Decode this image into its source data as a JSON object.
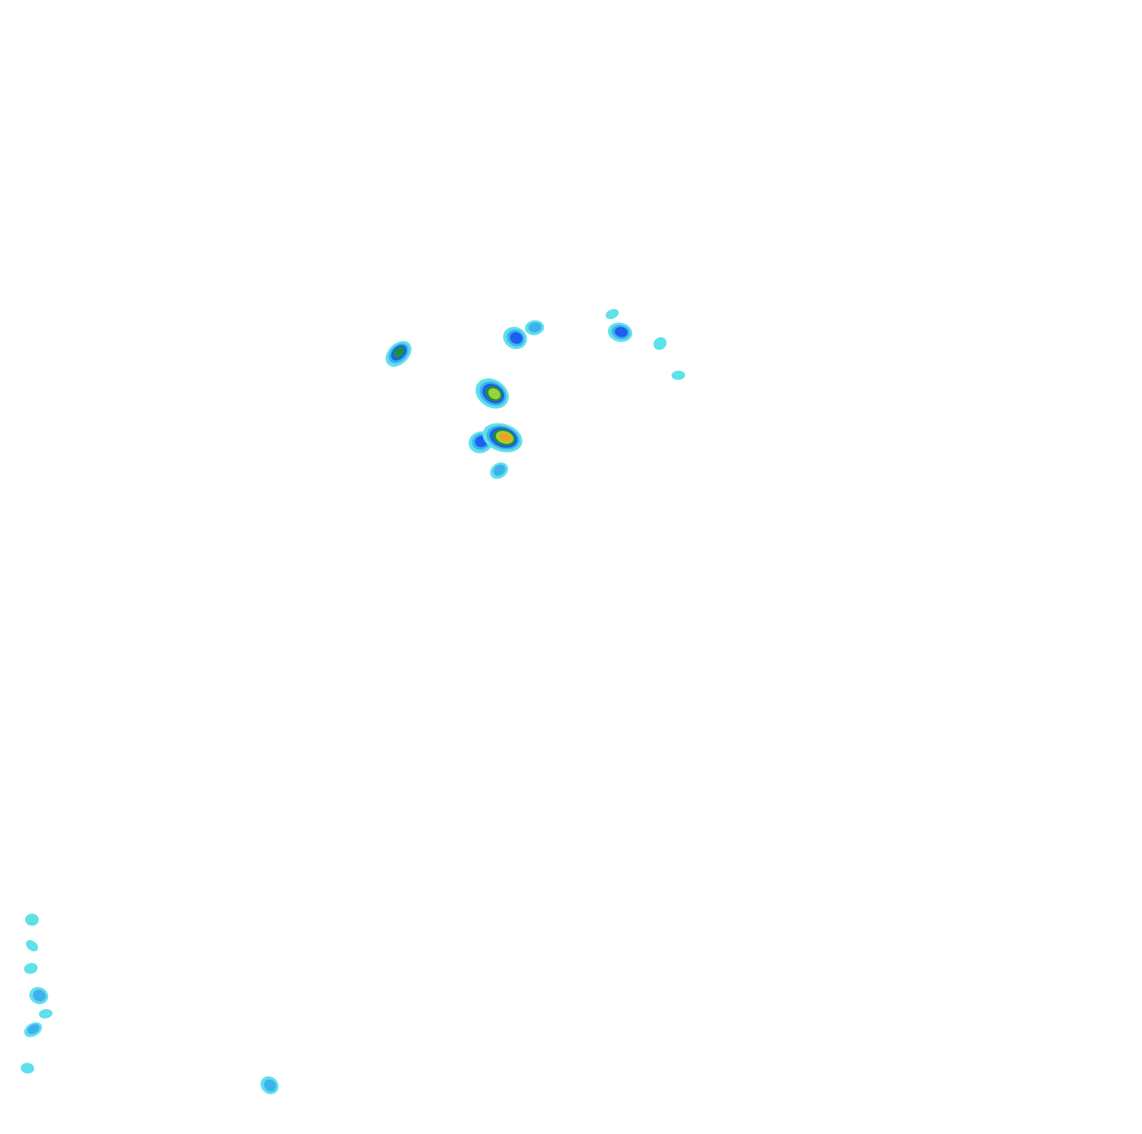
{
  "chart_data": {
    "type": "heatmap",
    "subtype": "filled-contour",
    "title": "",
    "xlabel": "",
    "ylabel": "",
    "axes_visible": false,
    "grid": false,
    "legend": "none",
    "colormap": [
      "#5ee1e8",
      "#3fb0ef",
      "#1f5ff0",
      "#1d8f3f",
      "#9bd43a",
      "#f0a321",
      "#e8452c"
    ],
    "background": "#ffffff",
    "peaks": [
      {
        "x": 0.349,
        "y": 0.312,
        "level": 3
      },
      {
        "x": 0.468,
        "y": 0.289,
        "level": 1
      },
      {
        "x": 0.451,
        "y": 0.298,
        "level": 2
      },
      {
        "x": 0.536,
        "y": 0.277,
        "level": 0
      },
      {
        "x": 0.543,
        "y": 0.293,
        "level": 2
      },
      {
        "x": 0.578,
        "y": 0.303,
        "level": 0
      },
      {
        "x": 0.594,
        "y": 0.331,
        "level": 0
      },
      {
        "x": 0.431,
        "y": 0.347,
        "level": 4
      },
      {
        "x": 0.421,
        "y": 0.39,
        "level": 2
      },
      {
        "x": 0.44,
        "y": 0.386,
        "level": 5
      },
      {
        "x": 0.437,
        "y": 0.415,
        "level": 1
      },
      {
        "x": 0.028,
        "y": 0.811,
        "level": 0
      },
      {
        "x": 0.028,
        "y": 0.834,
        "level": 0
      },
      {
        "x": 0.027,
        "y": 0.854,
        "level": 0
      },
      {
        "x": 0.034,
        "y": 0.878,
        "level": 1
      },
      {
        "x": 0.029,
        "y": 0.908,
        "level": 1
      },
      {
        "x": 0.024,
        "y": 0.942,
        "level": 0
      },
      {
        "x": 0.236,
        "y": 0.957,
        "level": 1
      },
      {
        "x": 0.04,
        "y": 0.894,
        "level": 0
      }
    ]
  }
}
